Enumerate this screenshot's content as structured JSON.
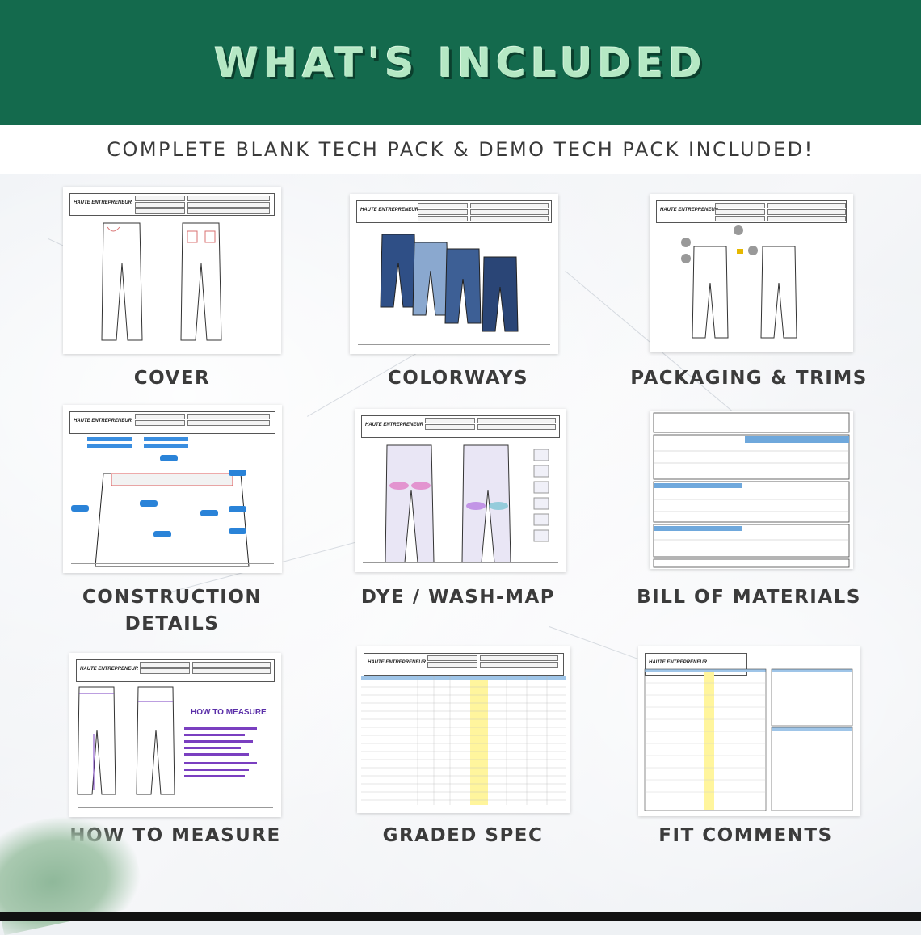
{
  "header": {
    "title": "WHAT'S INCLUDED"
  },
  "subtitle": "COMPLETE BLANK TECH PACK & DEMO TECH PACK INCLUDED!",
  "items": [
    {
      "label": "COVER"
    },
    {
      "label": "COLORWAYS"
    },
    {
      "label": "PACKAGING & TRIMS"
    },
    {
      "label": "CONSTRUCTION DETAILS"
    },
    {
      "label": "DYE / WASH-MAP"
    },
    {
      "label": "BILL OF MATERIALS"
    },
    {
      "label": "HOW TO MEASURE"
    },
    {
      "label": "GRADED SPEC"
    },
    {
      "label": "FIT COMMENTS"
    }
  ],
  "thumb_text": {
    "brand": "HAUTE ENTREPRENEUR",
    "how_to_measure": "HOW TO MEASURE"
  },
  "colors": {
    "header_bg": "#146a4d",
    "title": "#b5e8c4"
  }
}
